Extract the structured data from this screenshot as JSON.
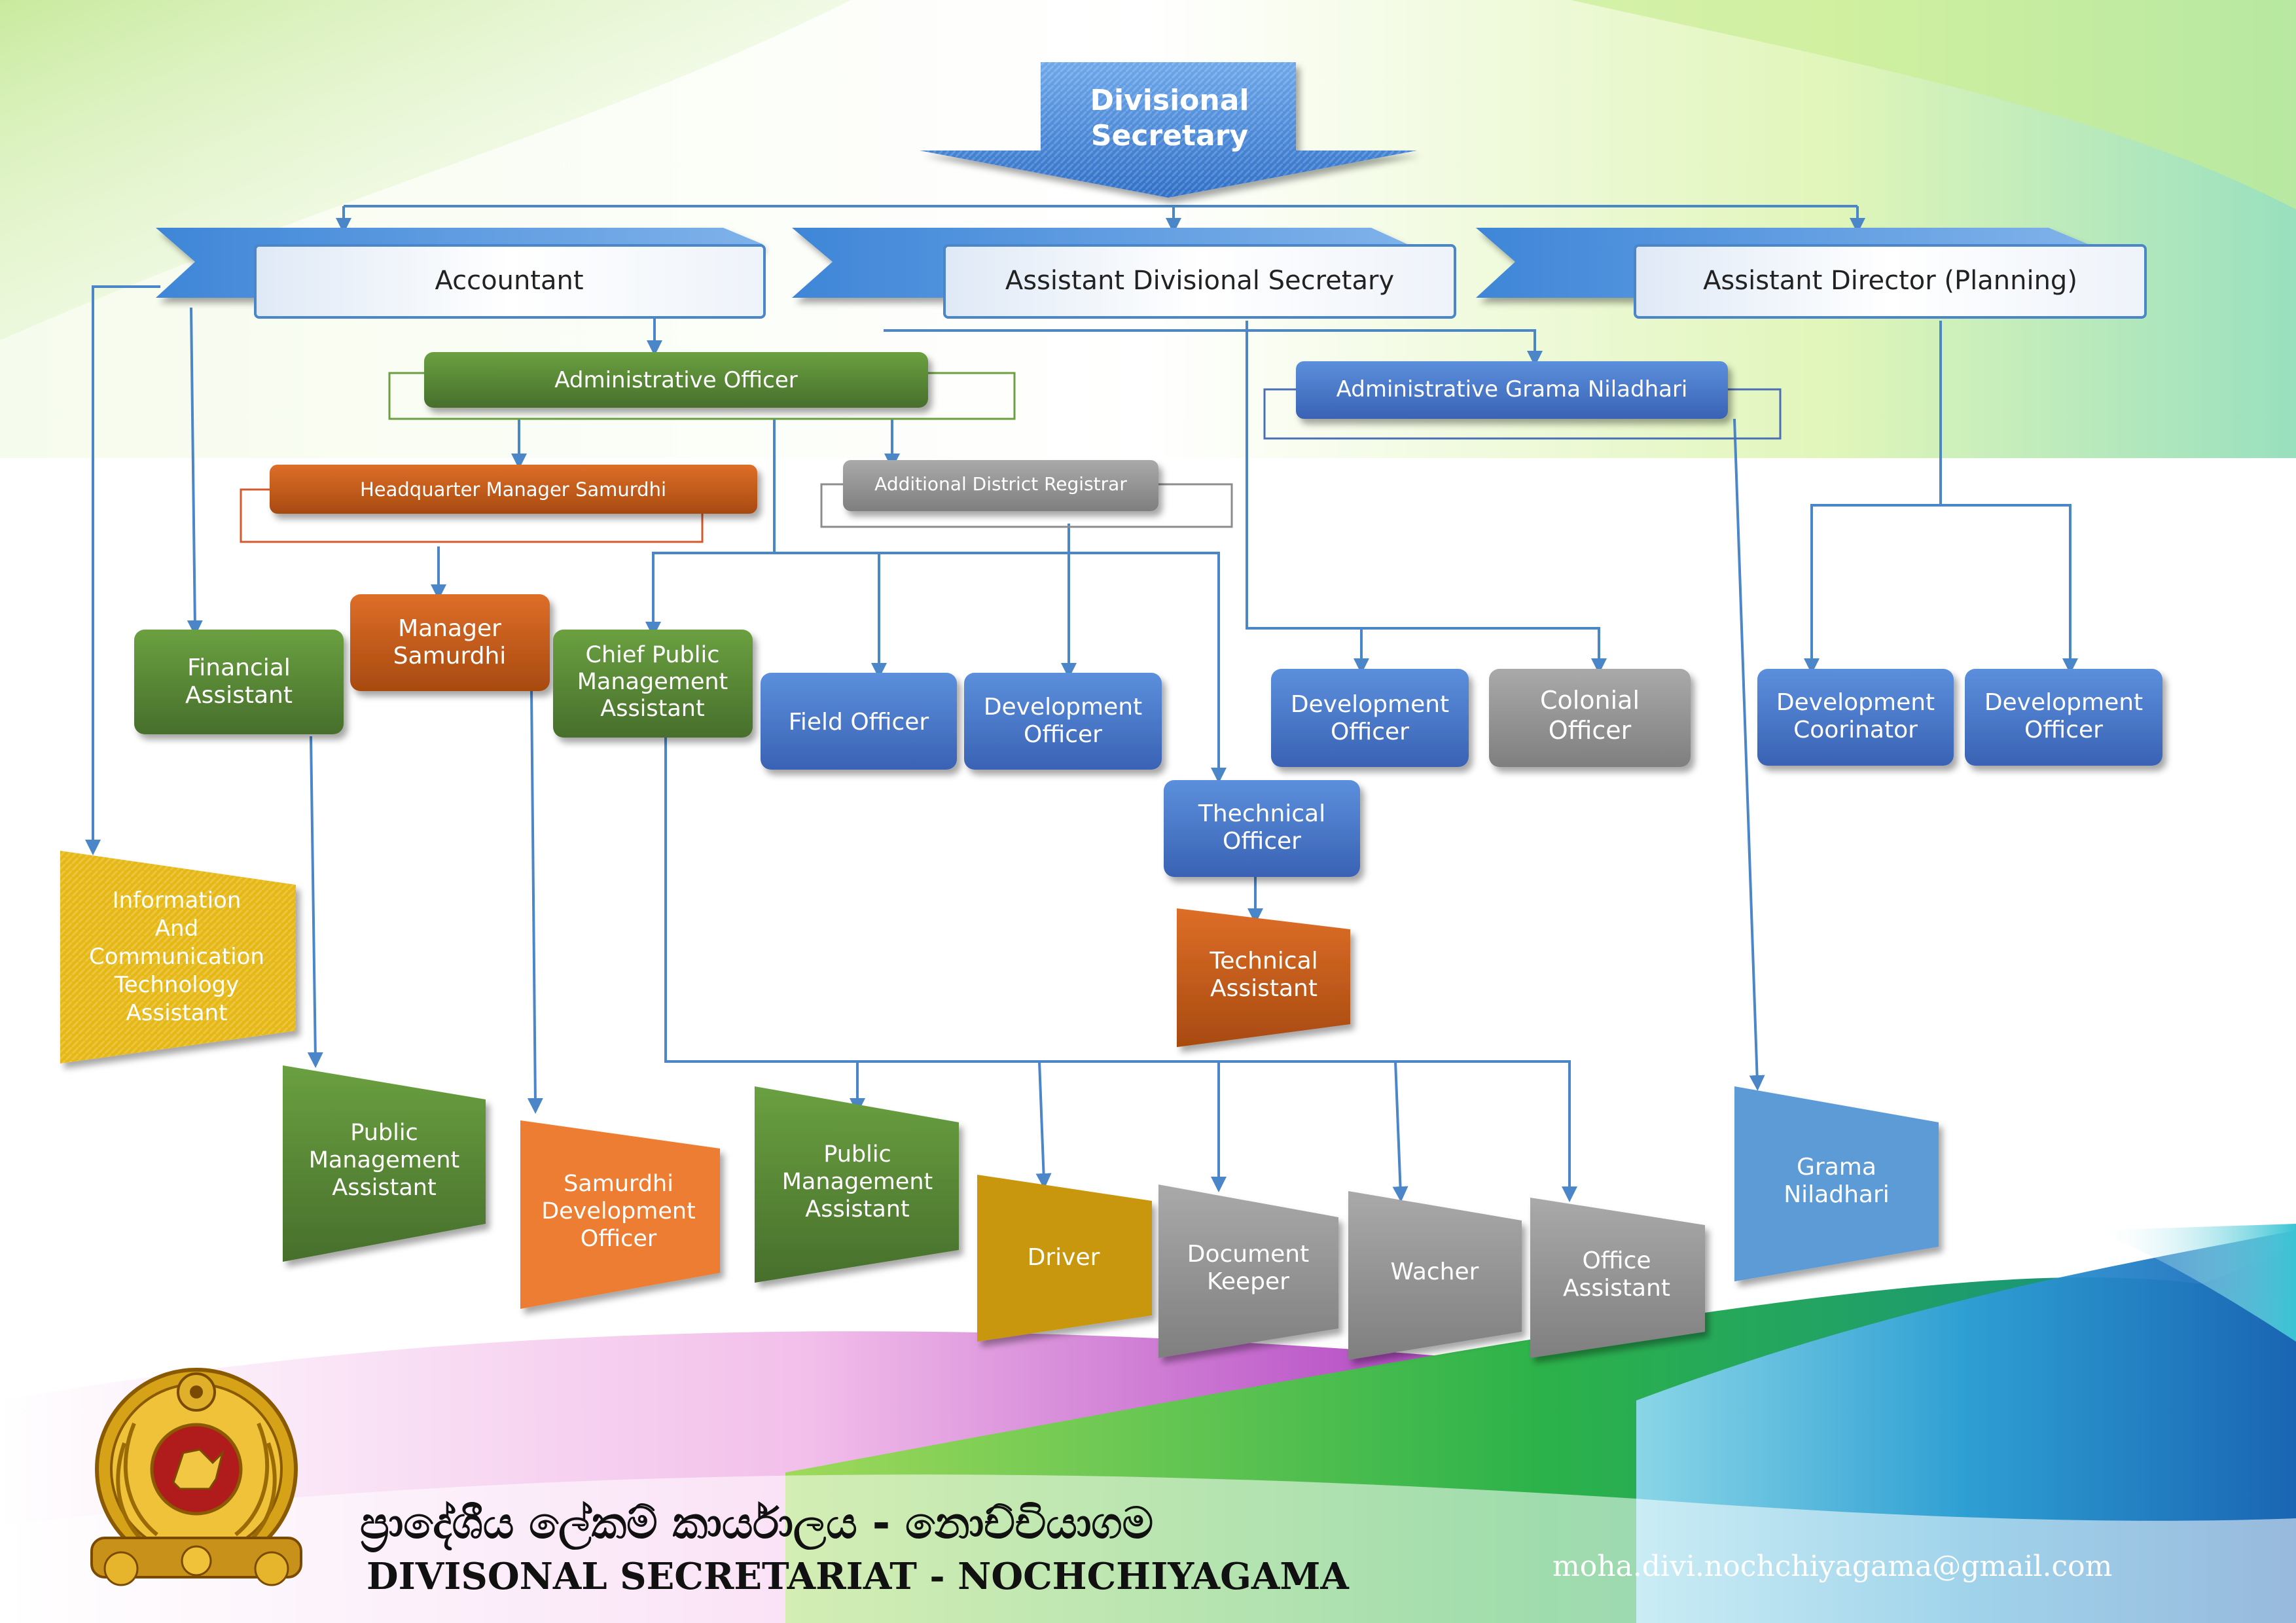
{
  "diagram": {
    "root": "Divisional Secretary",
    "level1": {
      "accountant": "Accountant",
      "assistant_ds": "Assistant Divisional Secretary",
      "assistant_director": "Assistant Director (Planning)"
    },
    "level2": {
      "administrative_officer": "Administrative Officer",
      "administrative_gn": "Administrative Grama Niladhari",
      "headquarter_manager": "Headquarter Manager Samurdhi",
      "additional_registrar": "Additional District Registrar"
    },
    "nodes": {
      "financial_assistant": [
        "Financial",
        "Assistant"
      ],
      "manager_samurdhi": [
        "Manager",
        "Samurdhi"
      ],
      "chief_pma": [
        "Chief Public",
        "Management",
        "Assistant"
      ],
      "field_officer": [
        "Field Officer"
      ],
      "development_officer_1": [
        "Development",
        "Officer"
      ],
      "development_officer_2": [
        "Development",
        "Officer"
      ],
      "colonial_officer": [
        "Colonial",
        "Officer"
      ],
      "development_coordinator": [
        "Development",
        "Coorinator"
      ],
      "development_officer_3": [
        "Development",
        "Officer"
      ],
      "technical_officer": [
        "Thechnical",
        "Officer"
      ],
      "technical_assistant": [
        "Technical",
        "Assistant"
      ],
      "ict_assistant": [
        "Information",
        "And",
        "Communication",
        "Technology",
        "Assistant"
      ],
      "pma_1": [
        "Public",
        "Management",
        "Assistant"
      ],
      "samurdhi_dev_officer": [
        "Samurdhi",
        "Development",
        "Officer"
      ],
      "pma_2": [
        "Public",
        "Management",
        "Assistant"
      ],
      "driver": [
        "Driver"
      ],
      "document_keeper": [
        "Document",
        "Keeper"
      ],
      "wacher": [
        "Wacher"
      ],
      "office_assistant": [
        "Office",
        "Assistant"
      ],
      "grama_niladhari": [
        "Grama",
        "Niladhari"
      ]
    }
  },
  "footer": {
    "sinhala_title": "ප්‍රාදේශීය ලේකම් කාර්යාලය - නොච්චියාගම",
    "english_title": "DIVISONAL SECRETARIAT  - NOCHCHIYAGAMA",
    "email": "moha.divi.nochchiyagama@gmail.com"
  },
  "logo": {
    "name": "sri-lanka-emblem"
  },
  "colors": {
    "blue": "#4472c4",
    "green": "#548235",
    "orange": "#c55a11",
    "grey": "#8c8c8c",
    "yellow": "#e6b814",
    "connector": "#4a86c8"
  }
}
